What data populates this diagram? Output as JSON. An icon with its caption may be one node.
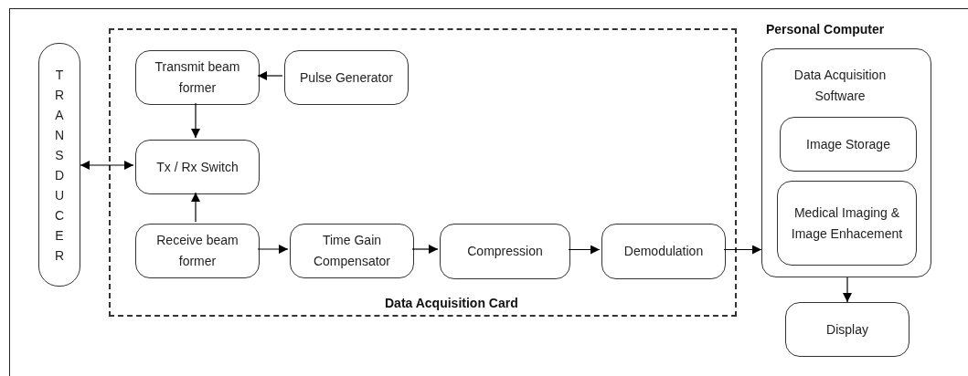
{
  "diagram": {
    "nodes": [
      {
        "text": [
          "TRANSDUCER"
        ]
      },
      {
        "text": [
          "Data Acquisition Card"
        ]
      },
      {
        "text": [
          "Transmit beam former"
        ],
        "in": 1
      },
      {
        "text": [
          "Pulse Generator"
        ],
        "in": 1
      },
      {
        "text": [
          "Tx / Rx Switch"
        ],
        "in": 1
      },
      {
        "text": [
          "Receive beam former"
        ],
        "in": 1
      },
      {
        "text": [
          "Time Gain Compensator"
        ],
        "in": 1
      },
      {
        "text": [
          "Compression"
        ],
        "in": 1
      },
      {
        "text": [
          "Demodulation"
        ],
        "in": 1
      },
      {
        "text": [
          "Personal Computer",
          "Data Acquisition Software"
        ]
      },
      {
        "text": [
          "Image Storage"
        ],
        "in": 9
      },
      {
        "text": [
          "Medical Imaging & Image Enhacement"
        ],
        "in": 9
      },
      {
        "text": [
          "Display"
        ]
      }
    ],
    "edges": [
      {
        "from": 3,
        "to": 2,
        "arrow": "to"
      },
      {
        "from": 2,
        "to": 4,
        "arrow": "to"
      },
      {
        "from": 5,
        "to": 4,
        "arrow": "to"
      },
      {
        "from": 0,
        "to": 4,
        "arrow": "both"
      },
      {
        "from": 5,
        "to": 6,
        "arrow": "to"
      },
      {
        "from": 6,
        "to": 7,
        "arrow": "to"
      },
      {
        "from": 7,
        "to": 8,
        "arrow": "to"
      },
      {
        "from": 8,
        "to": 9,
        "arrow": "to"
      },
      {
        "from": 9,
        "to": 12,
        "arrow": "to"
      }
    ]
  }
}
